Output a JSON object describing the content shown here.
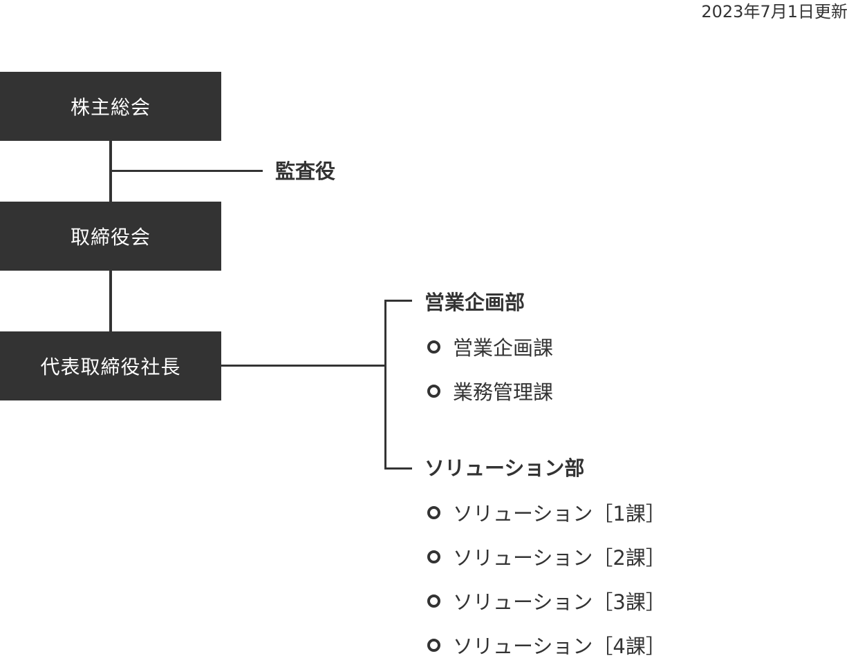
{
  "updated_text": "2023年7月1日更新",
  "org": {
    "shareholders": "株主総会",
    "auditor": "監査役",
    "board": "取締役会",
    "president": "代表取締役社長"
  },
  "departments": [
    {
      "name": "営業企画部",
      "sections": [
        "営業企画課",
        "業務管理課"
      ]
    },
    {
      "name": "ソリューション部",
      "sections": [
        "ソリューション［1課］",
        "ソリューション［2課］",
        "ソリューション［3課］",
        "ソリューション［4課］"
      ]
    }
  ]
}
